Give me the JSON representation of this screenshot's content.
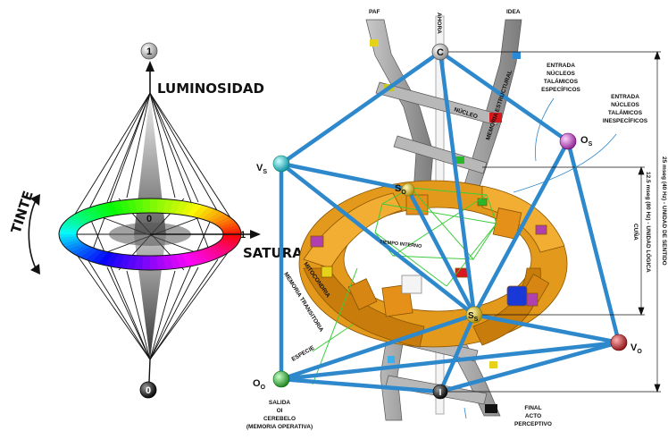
{
  "colors": {
    "edge_blue": "#2e88cc",
    "torus_orange": "#e8940c",
    "helix_gray": "#9a9a9a",
    "green_lines": "#3ccc3c",
    "node_cyan": "#27c6d6",
    "node_magenta": "#c64ac6",
    "node_red": "#c0282a",
    "node_green": "#2bbf2b",
    "node_yellow": "#e6c420"
  },
  "color_solid": {
    "top_label": "1",
    "bottom_label": "0",
    "luminosidad": "LUMINOSIDAD",
    "saturacion": "SATURACIÓN",
    "tinte": "TINTE",
    "center_zero": "0",
    "ring_one": "1"
  },
  "helix": {
    "paf": "PAF",
    "ahora": "AHORA",
    "idea": "IDEA",
    "nucleo": "NÚCLEO",
    "memoria_estructural": "MEMORIA ESTRUCTURAL",
    "mitocondria": "MITOCONDRIA",
    "memoria_transitoria": "MEMORIA TRANSITORIA",
    "tiempo_interno": "TIEMPO INTERNO",
    "especie": "ESPECIE"
  },
  "nodes": {
    "c": "C",
    "vs": {
      "main": "V",
      "sub": "S"
    },
    "os": {
      "main": "O",
      "sub": "S"
    },
    "so": {
      "main": "S",
      "sub": "O"
    },
    "ss": {
      "main": "S",
      "sub": "S"
    },
    "vo": {
      "main": "V",
      "sub": "O"
    },
    "oo": {
      "main": "O",
      "sub": "O"
    },
    "i": "I"
  },
  "annotations": {
    "entrada_especificos": [
      "ENTRADA",
      "NÚCLEOS",
      "TALÁMICOS",
      "ESPECÍFICOS"
    ],
    "entrada_inespecificos": [
      "ENTRADA",
      "NÚCLEOS",
      "TALÁMICOS",
      "INESPECÍFICOS"
    ],
    "salida": [
      "SALIDA",
      "OI",
      "CEREBELO",
      "(MEMORIA OPERATIVA)"
    ],
    "final": [
      "FINAL",
      "ACTO",
      "PERCEPTIVO"
    ],
    "unidad_sentido": "25 mseg (40 Hz) - UNIDAD DE SENTIDO",
    "unidad_logica": "12.5 mseg (80 Hz) - UNIDAD LÓGICA",
    "cuna": "CUÑA"
  }
}
